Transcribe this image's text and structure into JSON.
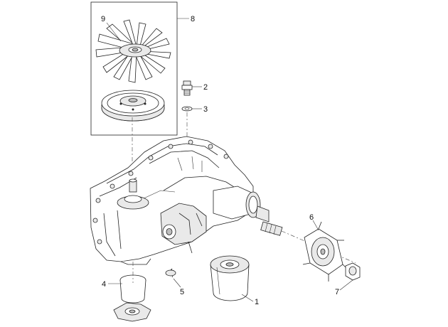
{
  "callouts": [
    {
      "id": "1",
      "label": "1"
    },
    {
      "id": "2",
      "label": "2"
    },
    {
      "id": "3",
      "label": "3"
    },
    {
      "id": "4",
      "label": "4"
    },
    {
      "id": "5",
      "label": "5"
    },
    {
      "id": "6",
      "label": "6"
    },
    {
      "id": "7",
      "label": "7"
    },
    {
      "id": "8",
      "label": "8"
    },
    {
      "id": "9",
      "label": "9"
    }
  ],
  "colors": {
    "line": "#222222",
    "background": "#ffffff",
    "shade": "#e9e9e9"
  }
}
